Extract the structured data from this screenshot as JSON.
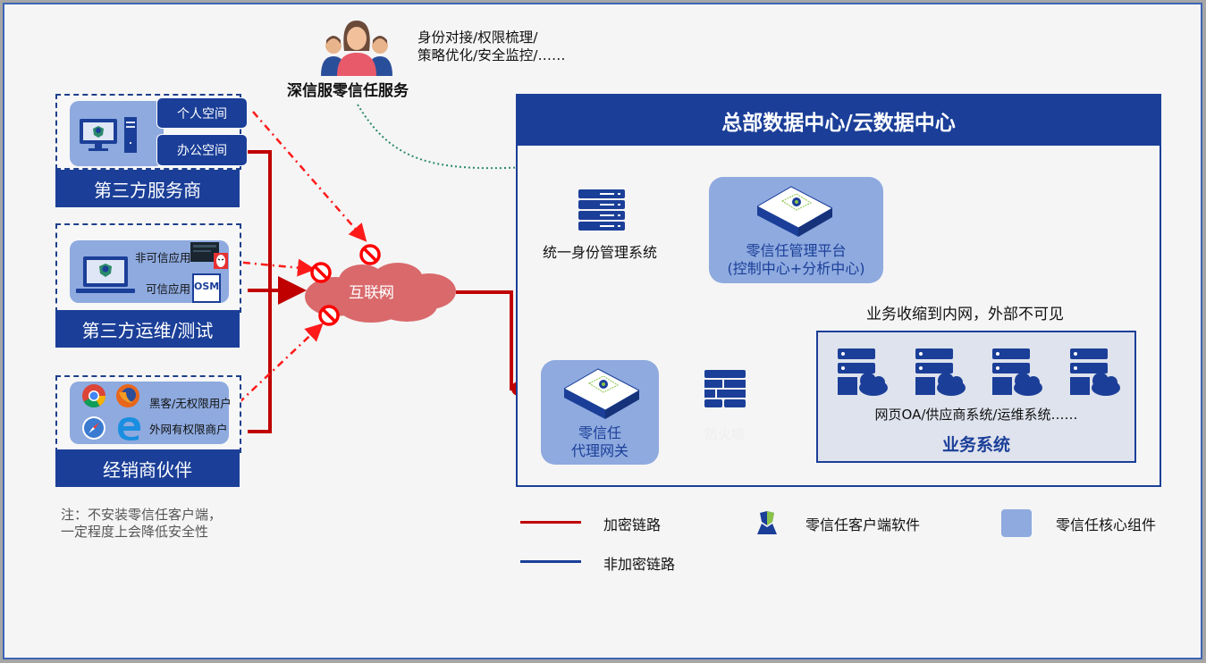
{
  "service": {
    "title": "深信服零信任服务",
    "desc_line1": "身份对接/权限梳理/",
    "desc_line2": "策略优化/安全监控/……"
  },
  "left_groups": [
    {
      "label": "第三方服务商",
      "buttons": [
        "个人空间",
        "办公空间"
      ]
    },
    {
      "label": "第三方运维/测试",
      "apps": [
        "非可信应用",
        "可信应用"
      ],
      "osm_label": "OSM"
    },
    {
      "label": "经销商伙伴",
      "users": [
        "黑客/无权限用户",
        "外网有权限商户"
      ]
    }
  ],
  "note": {
    "line1": "注：不安装零信任客户端，",
    "line2": "一定程度上会降低安全性"
  },
  "internet": {
    "label": "互联网"
  },
  "hq": {
    "title": "总部数据中心/云数据中心",
    "identity_system": "统一身份管理系统",
    "mgmt_platform_line1": "零信任管理平台",
    "mgmt_platform_line2": "(控制中心+分析中心)",
    "gateway_line1": "零信任",
    "gateway_line2": "代理网关",
    "firewall": "防火墙",
    "shrink_note": "业务收缩到内网，外部不可见",
    "biz_systems_desc": "网页OA/供应商系统/运维系统……",
    "biz_systems_title": "业务系统"
  },
  "legend": {
    "encrypted": "加密链路",
    "unencrypted": "非加密链路",
    "client_software": "零信任客户端软件",
    "core_component": "零信任核心组件"
  },
  "colors": {
    "navy": "#1b3f98",
    "core": "#8eaadf",
    "encrypted_red": "#c00000",
    "blocked_red": "#ff0000",
    "cloud": "#d9696b",
    "idp_arrow": "#f0a030",
    "service_dotted": "#2a8a6a"
  }
}
